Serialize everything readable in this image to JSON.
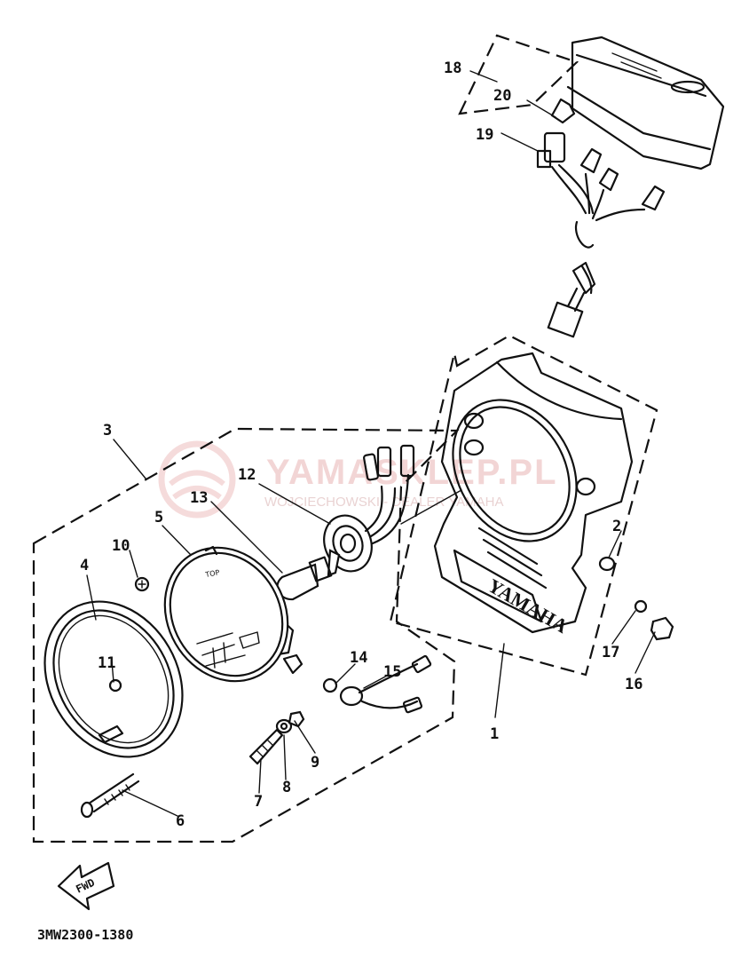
{
  "watermark": {
    "title": "YAMASKLEP.PL",
    "subtitle": "WOJCIECHOWSKI - DEALER YAMAHA"
  },
  "part_numbers": [
    "1",
    "2",
    "3",
    "4",
    "5",
    "6",
    "7",
    "8",
    "9",
    "10",
    "11",
    "12",
    "13",
    "14",
    "15",
    "16",
    "17",
    "18",
    "19",
    "20"
  ],
  "labels": {
    "n1": "1",
    "n2": "2",
    "n3": "3",
    "n4": "4",
    "n5": "5",
    "n6": "6",
    "n7": "7",
    "n8": "8",
    "n9": "9",
    "n10": "10",
    "n11": "11",
    "n12": "12",
    "n13": "13",
    "n14": "14",
    "n15": "15",
    "n16": "16",
    "n17": "17",
    "n18": "18",
    "n19": "19",
    "n20": "20"
  },
  "cover_text": "YAMAHA",
  "lens_text": "TOP",
  "fwd_label": "FWD",
  "diagram_code": "3MW2300-1380"
}
